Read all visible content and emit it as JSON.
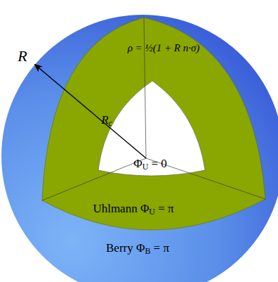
{
  "diagram": {
    "nodes": [
      {
        "text": [
          "Berry ΦB = π"
        ]
      },
      {
        "text": [
          "ρ = ½(1 + R n·σ)",
          "Uhlmann ΦU = π"
        ],
        "in": 0
      },
      {
        "text": [
          "ΦU = 0"
        ],
        "in": 1
      }
    ],
    "labels": [
      "R",
      "Rc"
    ]
  }
}
